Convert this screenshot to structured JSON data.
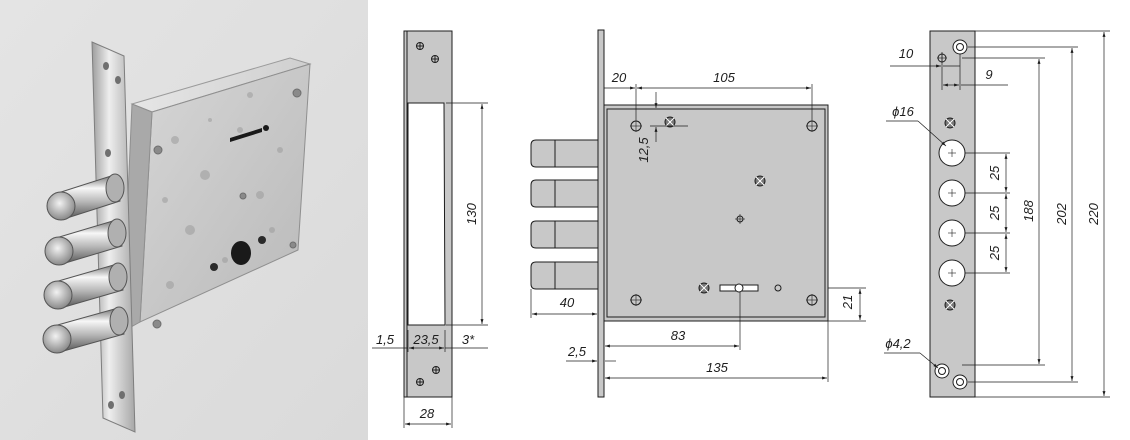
{
  "colors": {
    "photo_background": "#e1e1e1",
    "lock_body": "#c9c9c9",
    "plate_fill": "#c8c8c8",
    "line": "#1e1e1e"
  },
  "labels": {
    "side_view": {
      "height": "130",
      "gap_left": "1,5",
      "plate_width": "23,5",
      "gap_right": "3*",
      "total_width": "28"
    },
    "front_view": {
      "backset": "20",
      "hole_spacing": "105",
      "hole_offset": "12,5",
      "bolt_throw": "40",
      "keyhole_offset": "83",
      "keyhole_height": "21",
      "plate_thickness": "2,5",
      "body_width": "135"
    },
    "faceplate_view": {
      "edge_offset": "10",
      "hole_offset": "9",
      "bolt_diameter": "ϕ16",
      "bolt_pitch_1": "25",
      "bolt_pitch_2": "25",
      "bolt_pitch_3": "25",
      "bolt_span": "188",
      "screw_span": "202",
      "plate_height": "220",
      "screw_diameter": "ϕ4,2"
    }
  }
}
